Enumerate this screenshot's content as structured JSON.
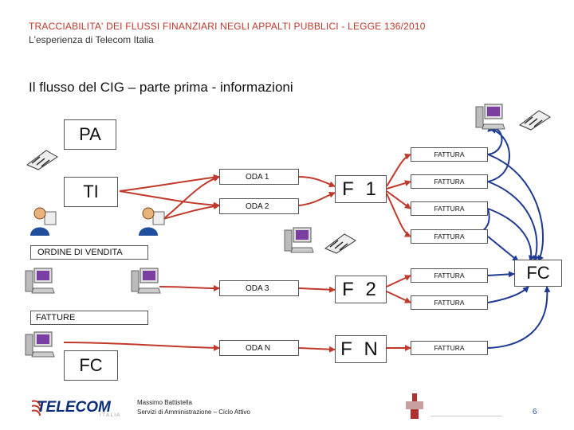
{
  "header": {
    "line1": "TRACCIABILITA' DEI FLUSSI FINANZIARI NEGLI APPALTI PUBBLICI - LEGGE 136/2010",
    "line2": "L'esperienza di Telecom Italia"
  },
  "slide_title": "Il flusso del CIG – parte prima - informazioni",
  "nodes": {
    "pa": "PA",
    "ti": "TI",
    "fc_bottom": "FC",
    "fc_right": "FC",
    "f1": "F 1",
    "f2": "F 2",
    "fn": "F N",
    "ordine": "ORDINE DI VENDITA",
    "fatture": "FATTURE"
  },
  "oda": [
    "ODA 1",
    "ODA 2",
    "ODA 3",
    "ODA N"
  ],
  "fattura_label": "FATTURA",
  "footer": {
    "logo_name": "TELECOM",
    "logo_sub": "I T A L I A",
    "author": "Massimo Battistella",
    "dept": "Servizi di Amministrazione – Ciclo Attivo",
    "page": "6"
  },
  "colors": {
    "header_red": "#c0392b",
    "arrow_red": "#c0392b",
    "arrow_blue": "#1f3a93"
  },
  "icons": [
    "computer-icon",
    "typing-hands-icon",
    "user-icon"
  ]
}
